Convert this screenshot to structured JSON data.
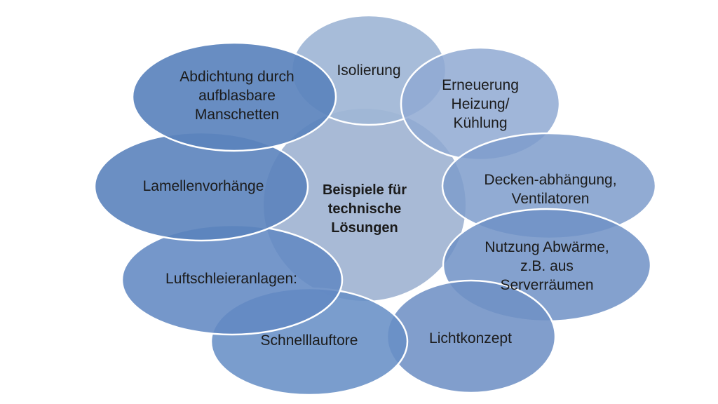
{
  "center": {
    "label": "Beispiele für\ntechnische\nLösungen"
  },
  "petals": [
    {
      "id": "isolierung",
      "label": "Isolierung"
    },
    {
      "id": "erneuerung",
      "label": "Erneuerung\nHeizung/\nKühlung"
    },
    {
      "id": "decken",
      "label": "Decken-abhängung,\nVentilatoren"
    },
    {
      "id": "nutzung",
      "label": "Nutzung Abwärme,\nz.B. aus\nServerräumen"
    },
    {
      "id": "lichtkonzept",
      "label": "Lichtkonzept"
    },
    {
      "id": "schnelllauftore",
      "label": "Schnelllauftore"
    },
    {
      "id": "luftschleier",
      "label": "Luftschleieranlagen:"
    },
    {
      "id": "lamellen",
      "label": "Lamellenvorhänge"
    },
    {
      "id": "abdichtung",
      "label": "Abdichtung durch\naufblasbare\nManschetten"
    }
  ],
  "colors": {
    "center_fill": "#a8bad6",
    "petal_light": "#9fb6d6",
    "petal_medium": "#7e9ccb",
    "petal_dark": "#5b83bd",
    "stroke": "#ffffff"
  }
}
